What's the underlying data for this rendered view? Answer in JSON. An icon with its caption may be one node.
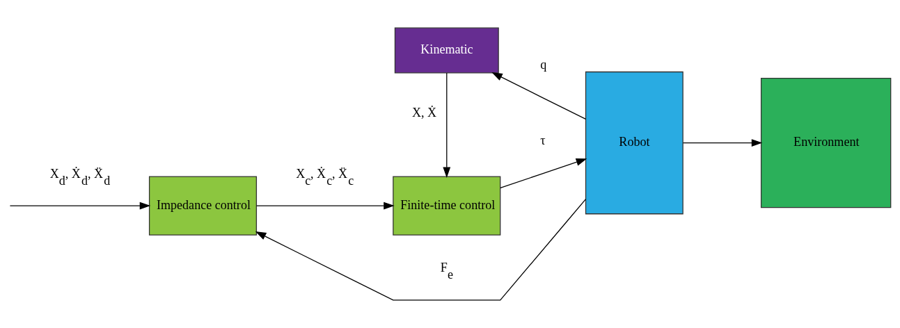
{
  "diagram": {
    "nodes": [
      {
        "text": [
          "Impedance control"
        ]
      },
      {
        "text": [
          "Finite-time control"
        ]
      },
      {
        "text": [
          "Robot"
        ]
      },
      {
        "text": [
          "Environment"
        ]
      },
      {
        "text": [
          "Kinematic"
        ]
      }
    ],
    "edges": [
      {
        "from": null,
        "to": 0,
        "arrow": "to",
        "label": "X$_{d}$, Ẋ$_{d}$, Ẍ$_{d}$"
      },
      {
        "from": 0,
        "to": 1,
        "arrow": "to",
        "label": "X$_{c}$, Ẋ$_{c}$, Ẍ$_{c}$"
      },
      {
        "from": 1,
        "to": 2,
        "arrow": "to",
        "label": "τ"
      },
      {
        "from": 2,
        "to": 3,
        "arrow": "to"
      },
      {
        "from": 2,
        "to": 0,
        "arrow": "to",
        "label": "F$_{e}$"
      },
      {
        "from": 2,
        "to": 4,
        "arrow": "to",
        "label": "q"
      },
      {
        "from": 4,
        "to": 1,
        "arrow": "to",
        "label": "X, Ẋ"
      }
    ]
  }
}
